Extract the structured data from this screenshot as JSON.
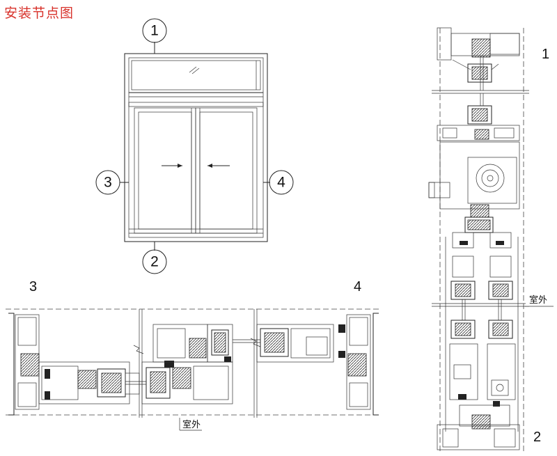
{
  "title": "安装节点图",
  "elevation": {
    "callouts": [
      "1",
      "2",
      "3",
      "4"
    ]
  },
  "sections": {
    "left_label": "3",
    "right_label": "4",
    "vertical_top_label": "1",
    "vertical_bottom_label": "2",
    "outside_horizontal": "室外",
    "outside_vertical": "室外"
  }
}
